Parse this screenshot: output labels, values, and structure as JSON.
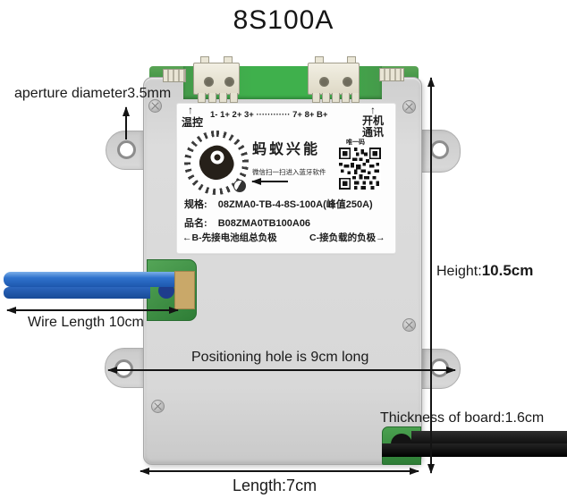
{
  "title": "8S100A",
  "board": {
    "temp_label": "温控",
    "up_arrow": "↑",
    "pin_row": "1-  1+  2+  3+ ············ 7+  8+  B+",
    "comm_line1": "开机",
    "comm_line2": "通讯",
    "brand": "蚂蚁兴能",
    "wechat_note": "微信扫一扫进入蓝牙软件",
    "qr_caption": "唯一码",
    "spec_label": "规格:",
    "spec_value": "08ZMA0-TB-4-8S-100A(峰值250A)",
    "product_label": "品名:",
    "product_value": "B08ZMA0TB100A06",
    "b_note": "←B-先接电池组总负极",
    "c_note": "C-接负载的负极→"
  },
  "annotations": {
    "aperture": "aperture diameter3.5mm",
    "wire_length": "Wire Length 10cm",
    "height_label": "Height:",
    "height_value": "10.5cm",
    "positioning_hole": "Positioning hole is 9cm long",
    "thickness": "Thickness of board:1.6cm",
    "length": "Length:7cm"
  },
  "colors": {
    "pcb_green": "#3fb04c",
    "cover_gray": "#d8d8d8",
    "wire_blue": "#2f72cc",
    "wire_black": "#141414",
    "connector_beige": "#ece8d8",
    "pad_tan": "#c9a869"
  }
}
